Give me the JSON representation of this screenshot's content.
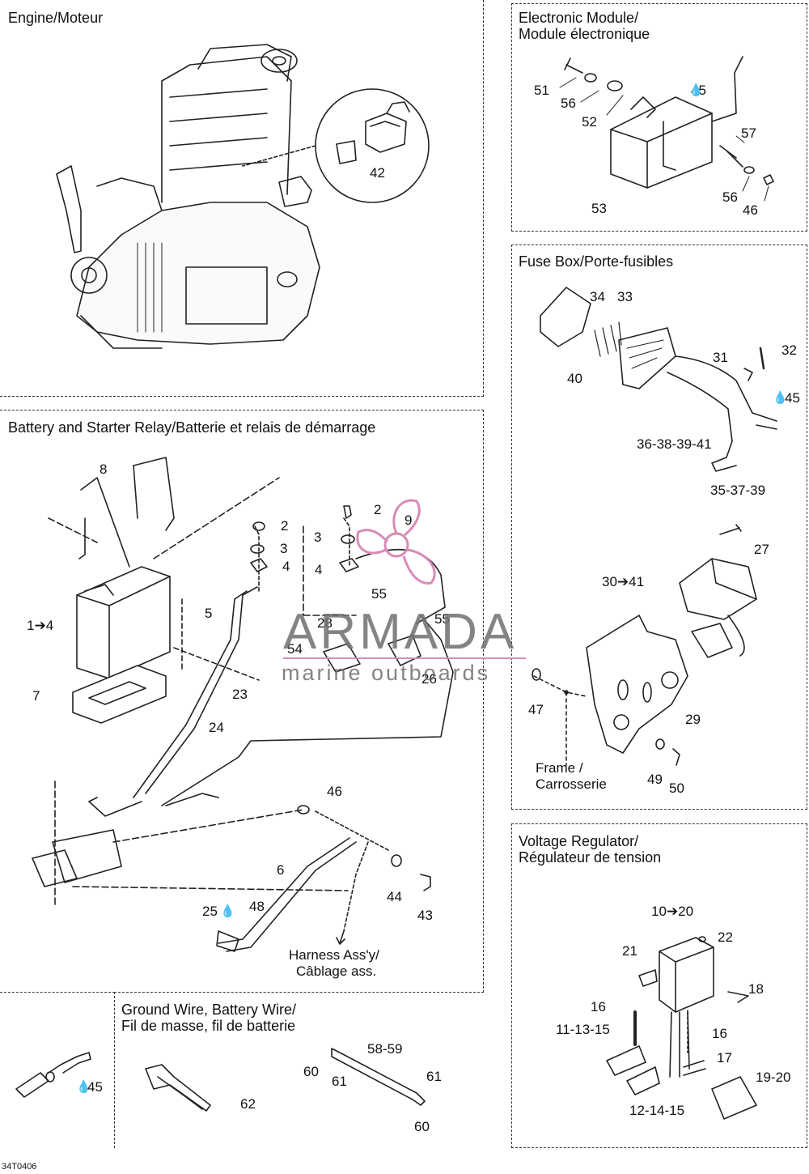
{
  "sections": {
    "engine": "Engine/Moteur",
    "electronic_module": [
      "Electronic Module/",
      "Module électronique"
    ],
    "fuse_box": "Fuse Box/Porte-fusibles",
    "battery": "Battery and Starter Relay/Batterie et relais de démarrage",
    "voltage_regulator": [
      "Voltage Regulator/",
      "Régulateur de tension"
    ],
    "ground_wire": [
      "Ground Wire, Battery Wire/",
      "Fil de masse, fil de batterie"
    ]
  },
  "notes": {
    "frame": [
      "Frame /",
      "Carrosserie"
    ],
    "harness": [
      "Harness Ass'y/",
      "Câblage ass."
    ]
  },
  "watermark": {
    "brand": "ARMADA",
    "tagline": "marine outboards",
    "color": "#d98bb8"
  },
  "callouts": {
    "engine": [
      "42"
    ],
    "electronic_module": [
      "51",
      "56",
      "52",
      "45",
      "57",
      "53",
      "56",
      "46"
    ],
    "fuse_box": [
      "34",
      "33",
      "31",
      "32",
      "40",
      "45",
      "36-38-39-41",
      "35-37-39",
      "27",
      "30➔41",
      "47",
      "29",
      "49",
      "50"
    ],
    "battery": [
      "8",
      "2",
      "3",
      "4",
      "2",
      "9",
      "3",
      "4",
      "5",
      "55",
      "55",
      "1➔4",
      "28",
      "54",
      "26",
      "23",
      "7",
      "24",
      "46",
      "6",
      "44",
      "43",
      "25",
      "48"
    ],
    "voltage_regulator": [
      "10➔20",
      "22",
      "21",
      "18",
      "16",
      "11-13-15",
      "16",
      "17",
      "19-20",
      "12-14-15"
    ],
    "ground_left": [
      "45"
    ],
    "ground_wire": [
      "58-59",
      "60",
      "61",
      "61",
      "62",
      "60"
    ]
  },
  "footer": "34T0406"
}
